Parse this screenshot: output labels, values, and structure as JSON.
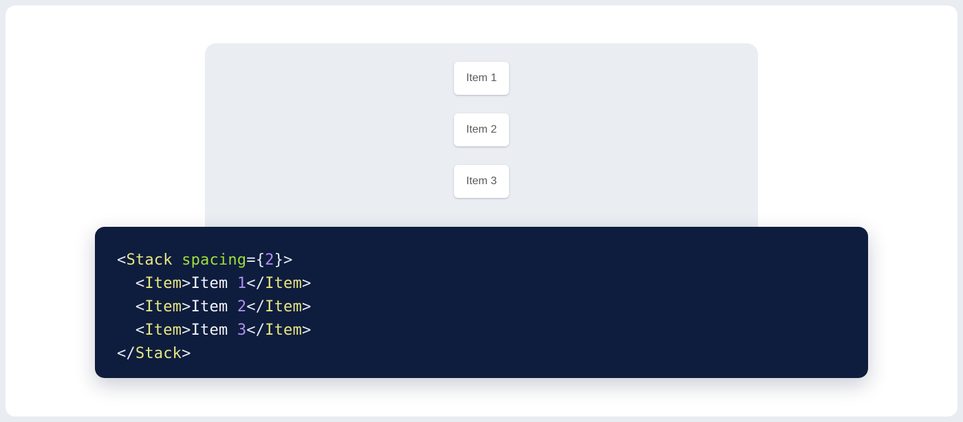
{
  "preview": {
    "panel_bg": "#eaedf2",
    "items": [
      {
        "label": "Item 1"
      },
      {
        "label": "Item 2"
      },
      {
        "label": "Item 3"
      }
    ]
  },
  "code": {
    "background": "#0e1d3d",
    "language": "jsx",
    "colors": {
      "punctuation": "#e8eaf2",
      "tag": "#e6e683",
      "attribute": "#9ede3a",
      "number": "#b08cf5",
      "text": "#f2f4fa"
    },
    "lines": [
      {
        "indent": "",
        "tokens": [
          {
            "t": "punct",
            "v": "<"
          },
          {
            "t": "tag",
            "v": "Stack"
          },
          {
            "t": "text",
            "v": " "
          },
          {
            "t": "attr",
            "v": "spacing"
          },
          {
            "t": "punct",
            "v": "={"
          },
          {
            "t": "num",
            "v": "2"
          },
          {
            "t": "punct",
            "v": "}>"
          }
        ]
      },
      {
        "indent": "  ",
        "tokens": [
          {
            "t": "punct",
            "v": "<"
          },
          {
            "t": "tag",
            "v": "Item"
          },
          {
            "t": "punct",
            "v": ">"
          },
          {
            "t": "text",
            "v": "Item "
          },
          {
            "t": "num",
            "v": "1"
          },
          {
            "t": "punct",
            "v": "</"
          },
          {
            "t": "tag",
            "v": "Item"
          },
          {
            "t": "punct",
            "v": ">"
          }
        ]
      },
      {
        "indent": "  ",
        "tokens": [
          {
            "t": "punct",
            "v": "<"
          },
          {
            "t": "tag",
            "v": "Item"
          },
          {
            "t": "punct",
            "v": ">"
          },
          {
            "t": "text",
            "v": "Item "
          },
          {
            "t": "num",
            "v": "2"
          },
          {
            "t": "punct",
            "v": "</"
          },
          {
            "t": "tag",
            "v": "Item"
          },
          {
            "t": "punct",
            "v": ">"
          }
        ]
      },
      {
        "indent": "  ",
        "tokens": [
          {
            "t": "punct",
            "v": "<"
          },
          {
            "t": "tag",
            "v": "Item"
          },
          {
            "t": "punct",
            "v": ">"
          },
          {
            "t": "text",
            "v": "Item "
          },
          {
            "t": "num",
            "v": "3"
          },
          {
            "t": "punct",
            "v": "</"
          },
          {
            "t": "tag",
            "v": "Item"
          },
          {
            "t": "punct",
            "v": ">"
          }
        ]
      },
      {
        "indent": "",
        "tokens": [
          {
            "t": "punct",
            "v": "</"
          },
          {
            "t": "tag",
            "v": "Stack"
          },
          {
            "t": "punct",
            "v": ">"
          }
        ]
      }
    ]
  }
}
